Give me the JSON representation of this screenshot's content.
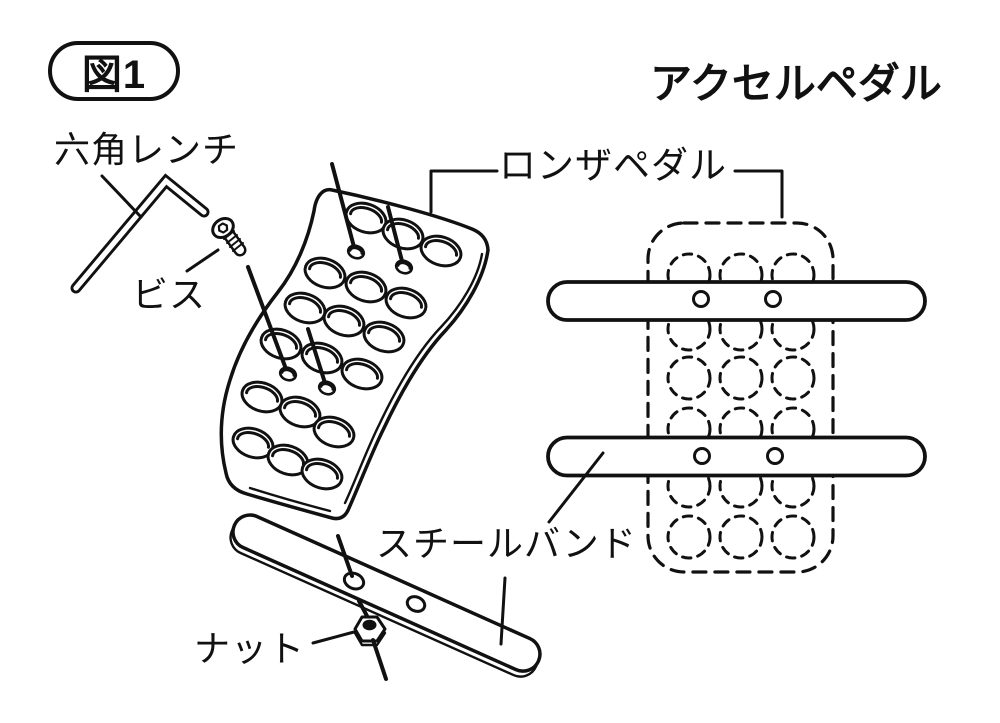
{
  "figure": {
    "number_label": "図1",
    "title": "アクセルペダル"
  },
  "labels": {
    "hex_wrench": "六角レンチ",
    "screw": "ビス",
    "lonza_pedal": "ロンザペダル",
    "steel_band": "スチールバンド",
    "nut": "ナット"
  },
  "colors": {
    "line": "#111111",
    "background": "#ffffff"
  }
}
